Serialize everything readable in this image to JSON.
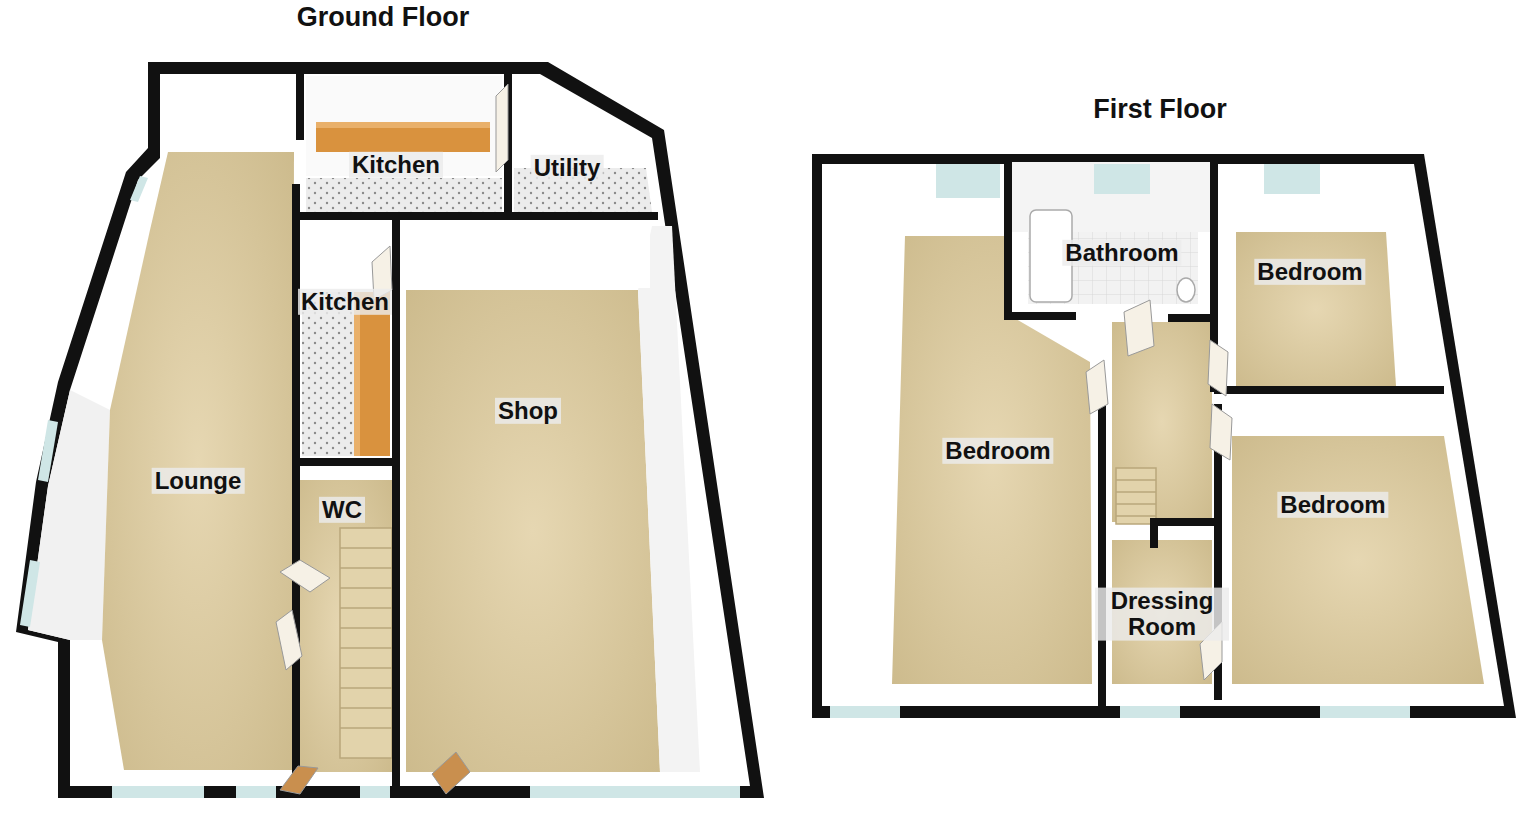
{
  "diagram": {
    "labels": [
      "Ground Floor",
      "First Floor",
      "Kitchen",
      "Utility",
      "Kitchen",
      "Lounge",
      "Shop",
      "WC",
      "Bathroom",
      "Bedroom",
      "Bedroom",
      "Bedroom",
      "Dressing Room"
    ]
  }
}
